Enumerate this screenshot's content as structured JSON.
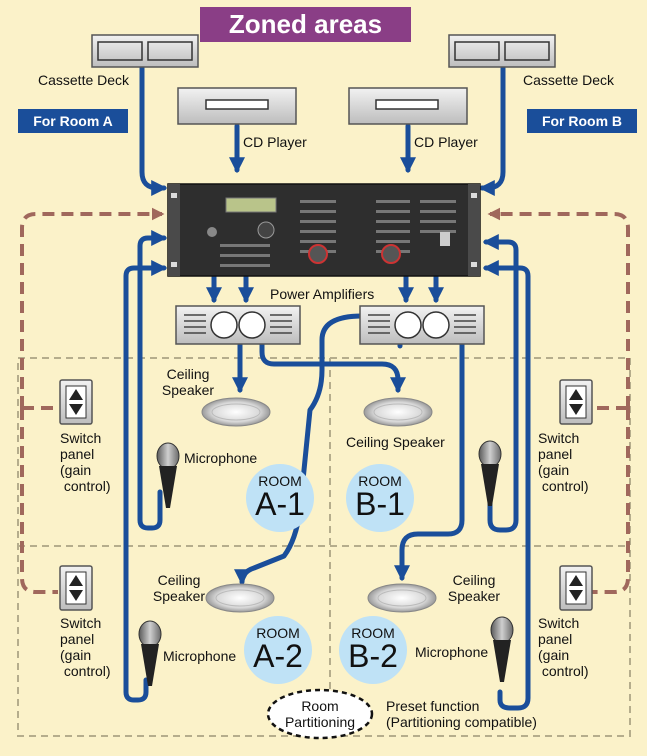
{
  "title": "Zoned areas",
  "labels": {
    "cassette_left": "Cassette Deck",
    "cassette_right": "Cassette Deck",
    "room_a": "For Room A",
    "room_b": "For Room B",
    "cd_left": "CD Player",
    "cd_right": "CD Player",
    "power_amplifiers": "Power Amplifiers",
    "ceiling_speaker_a1": "Ceiling\nSpeaker",
    "ceiling_speaker_b1": "Ceiling Speaker",
    "ceiling_speaker_a2": "Ceiling\nSpeaker",
    "ceiling_speaker_b2": "Ceiling\nSpeaker",
    "microphone_a1": "Microphone",
    "microphone_a2": "Microphone",
    "microphone_b2": "Microphone",
    "switch_panel_tl": "Switch\npanel\n(gain\n control)",
    "switch_panel_tr": "Switch\npanel\n(gain\n control)",
    "switch_panel_bl": "Switch\npanel\n(gain\n control)",
    "switch_panel_br": "Switch\npanel\n(gain\n control)",
    "room_partitioning": "Room\nPartitioning",
    "preset_function": "Preset function\n(Partitioning compatible)"
  },
  "rooms": [
    {
      "word": "ROOM",
      "id": "A-1"
    },
    {
      "word": "ROOM",
      "id": "B-1"
    },
    {
      "word": "ROOM",
      "id": "A-2"
    },
    {
      "word": "ROOM",
      "id": "B-2"
    }
  ],
  "colors": {
    "background": "#fbf2c9",
    "title_bg": "#8a3e86",
    "room_pill_bg": "#1a4e9a",
    "signal_line": "#1a4e9a",
    "control_line": "#a0685c",
    "room_circle": "#bfe2f6"
  }
}
